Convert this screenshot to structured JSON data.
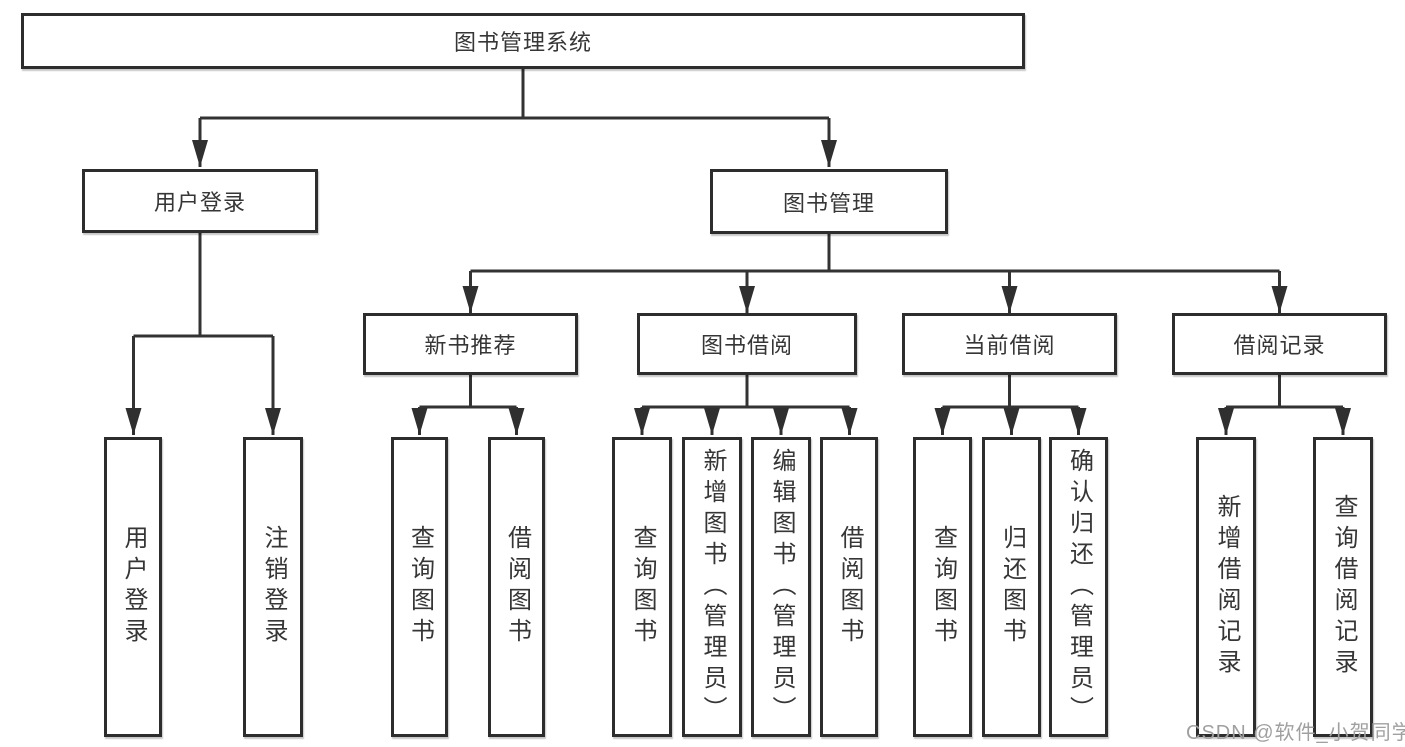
{
  "tree": {
    "label": "图书管理系统",
    "children": [
      {
        "label": "用户登录",
        "children": [
          {
            "label": "用户登录"
          },
          {
            "label": "注销登录"
          }
        ]
      },
      {
        "label": "图书管理",
        "children": [
          {
            "label": "新书推荐",
            "children": [
              {
                "label": "查询图书"
              },
              {
                "label": "借阅图书"
              }
            ]
          },
          {
            "label": "图书借阅",
            "children": [
              {
                "label": "查询图书"
              },
              {
                "label": "新增图书（管理员）"
              },
              {
                "label": "编辑图书（管理员）"
              },
              {
                "label": "借阅图书"
              }
            ]
          },
          {
            "label": "当前借阅",
            "children": [
              {
                "label": "查询图书"
              },
              {
                "label": "归还图书"
              },
              {
                "label": "确认归还（管理员）"
              }
            ]
          },
          {
            "label": "借阅记录",
            "children": [
              {
                "label": "新增借阅记录"
              },
              {
                "label": "查询借阅记录"
              }
            ]
          }
        ]
      }
    ]
  },
  "watermark": "CSDN @软件_小贺同学",
  "colors": {
    "line": "#333333",
    "box_border": "#2d2d2d",
    "text": "#363636",
    "watermark": "#a0a0a0",
    "background": "#ffffff"
  }
}
